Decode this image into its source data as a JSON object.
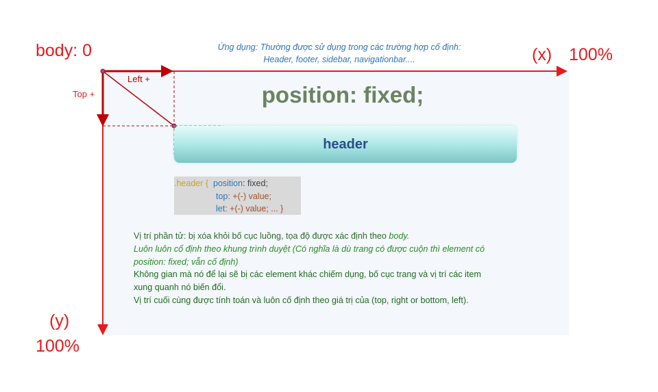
{
  "axes": {
    "origin_label": "body: 0",
    "x_label": "(x)",
    "x_percent": "100%",
    "y_label": "(y)",
    "y_percent": "100%",
    "top_label": "Top +",
    "left_label": "Left +"
  },
  "application_note": {
    "line1": "Ứng dụng: Thường được sử dụng trong các trường hợp cố định:",
    "line2": "Header, footer, sidebar, navigationbar...."
  },
  "title": "position: fixed;",
  "header_box_label": "header",
  "code": {
    "selector": ".header {",
    "prop1": "position",
    "val1": ": fixed;",
    "prop2": "top",
    "val2": ": +(-) value;",
    "prop3": "let",
    "val3": ":  +(-) value; ... }"
  },
  "description": {
    "line1_prefix": "Vị trí phần tử: bị xóa khỏi bố cục luồng, tọa độ được xác định theo ",
    "line1_em": "body.",
    "line2": "Luôn luôn cố định theo khung trình duyệt (Có nghĩa là dù trang có được cuộn thì element có",
    "line3": "position: fixed; vẫn cố định)",
    "line4": "Không gian mà nó để lại sẽ bị các element khác chiếm dụng, bố cục trang và vị trí các item",
    "line5": "xung quanh nó biến đổi.",
    "line6": "Vị trí cuối cùng được tính toán và luôn cố định theo giá trị của (top, right or bottom, left)."
  },
  "colors": {
    "axis_red": "#e8191e",
    "title_green": "#6a845f",
    "header_text": "#2b4c8a",
    "note_blue": "#2e75b6"
  }
}
